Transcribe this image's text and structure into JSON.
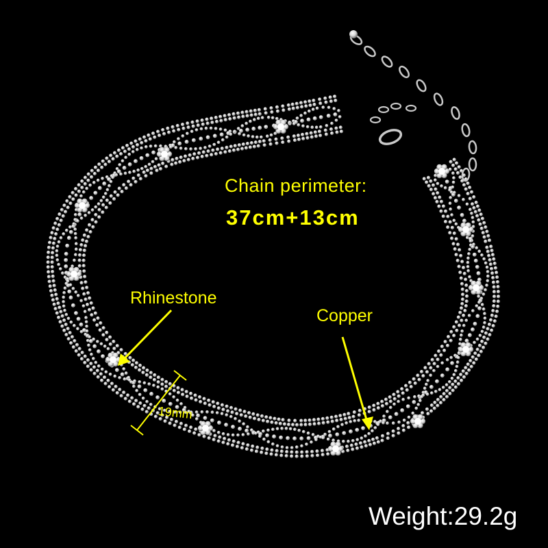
{
  "product": {
    "perimeter_label": "Chain perimeter:",
    "perimeter_value": "37cm+13cm",
    "material_stone": "Rhinestone",
    "material_metal": "Copper",
    "band_width": "19mm",
    "weight": "Weight:29.2g"
  },
  "colors": {
    "background": "#000000",
    "annotation": "#FFFF00",
    "weight_text": "#FFFFFF",
    "metal": "#C8C8C8",
    "stone": "#FFFFFF"
  },
  "icons": {
    "jewelry": "rhinestone-choker-image",
    "clasp": "lobster-clasp-icon",
    "extender": "extender-chain-icon"
  }
}
